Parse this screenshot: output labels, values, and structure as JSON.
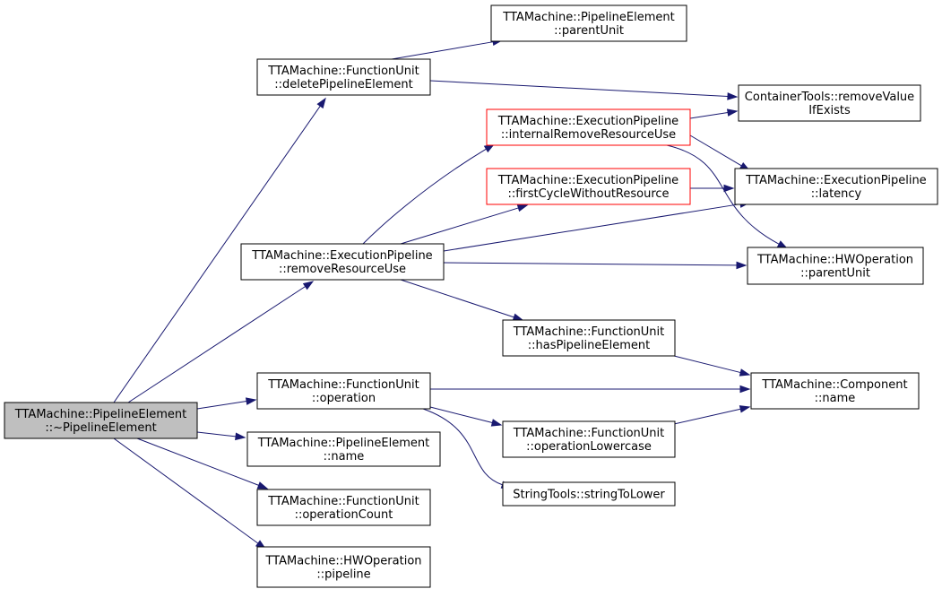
{
  "colors": {
    "edge": "#191970",
    "normal_border": "#000000",
    "red_border": "#ff0000",
    "root_fill": "#bfbfbf",
    "node_fill": "#ffffff",
    "text": "#000000"
  },
  "nodes": [
    {
      "id": "root",
      "lines": [
        "TTAMachine::PipelineElement",
        "::~PipelineElement"
      ],
      "style": "root"
    },
    {
      "id": "fu_deletePipelineElement",
      "lines": [
        "TTAMachine::FunctionUnit",
        "::deletePipelineElement"
      ],
      "style": "normal"
    },
    {
      "id": "pe_parentUnit",
      "lines": [
        "TTAMachine::PipelineElement",
        "::parentUnit"
      ],
      "style": "normal"
    },
    {
      "id": "ct_removeValueIfExists",
      "lines": [
        "ContainerTools::removeValue",
        "IfExists"
      ],
      "style": "normal"
    },
    {
      "id": "ep_internalRemoveResourceUse",
      "lines": [
        "TTAMachine::ExecutionPipeline",
        "::internalRemoveResourceUse"
      ],
      "style": "red"
    },
    {
      "id": "ep_firstCycleWithoutResource",
      "lines": [
        "TTAMachine::ExecutionPipeline",
        "::firstCycleWithoutResource"
      ],
      "style": "red"
    },
    {
      "id": "ep_latency",
      "lines": [
        "TTAMachine::ExecutionPipeline",
        "::latency"
      ],
      "style": "normal"
    },
    {
      "id": "ep_removeResourceUse",
      "lines": [
        "TTAMachine::ExecutionPipeline",
        "::removeResourceUse"
      ],
      "style": "normal"
    },
    {
      "id": "hwop_parentUnit",
      "lines": [
        "TTAMachine::HWOperation",
        "::parentUnit"
      ],
      "style": "normal"
    },
    {
      "id": "fu_hasPipelineElement",
      "lines": [
        "TTAMachine::FunctionUnit",
        "::hasPipelineElement"
      ],
      "style": "normal"
    },
    {
      "id": "fu_operation",
      "lines": [
        "TTAMachine::FunctionUnit",
        "::operation"
      ],
      "style": "normal"
    },
    {
      "id": "comp_name",
      "lines": [
        "TTAMachine::Component",
        "::name"
      ],
      "style": "normal"
    },
    {
      "id": "fu_operationLowercase",
      "lines": [
        "TTAMachine::FunctionUnit",
        "::operationLowercase"
      ],
      "style": "normal"
    },
    {
      "id": "pe_name",
      "lines": [
        "TTAMachine::PipelineElement",
        "::name"
      ],
      "style": "normal"
    },
    {
      "id": "st_stringToLower",
      "lines": [
        "StringTools::stringToLower"
      ],
      "style": "normal"
    },
    {
      "id": "fu_operationCount",
      "lines": [
        "TTAMachine::FunctionUnit",
        "::operationCount"
      ],
      "style": "normal"
    },
    {
      "id": "hwop_pipeline",
      "lines": [
        "TTAMachine::HWOperation",
        "::pipeline"
      ],
      "style": "normal"
    }
  ],
  "edges": [
    [
      "root",
      "fu_deletePipelineElement"
    ],
    [
      "root",
      "ep_removeResourceUse"
    ],
    [
      "root",
      "fu_operation"
    ],
    [
      "root",
      "pe_name"
    ],
    [
      "root",
      "fu_operationCount"
    ],
    [
      "root",
      "hwop_pipeline"
    ],
    [
      "fu_deletePipelineElement",
      "pe_parentUnit"
    ],
    [
      "fu_deletePipelineElement",
      "ct_removeValueIfExists"
    ],
    [
      "ep_removeResourceUse",
      "ep_internalRemoveResourceUse"
    ],
    [
      "ep_removeResourceUse",
      "ep_firstCycleWithoutResource"
    ],
    [
      "ep_removeResourceUse",
      "ep_latency"
    ],
    [
      "ep_removeResourceUse",
      "hwop_parentUnit"
    ],
    [
      "ep_removeResourceUse",
      "fu_hasPipelineElement"
    ],
    [
      "ep_internalRemoveResourceUse",
      "ct_removeValueIfExists"
    ],
    [
      "ep_internalRemoveResourceUse",
      "ep_latency"
    ],
    [
      "ep_internalRemoveResourceUse",
      "hwop_parentUnit"
    ],
    [
      "ep_firstCycleWithoutResource",
      "ep_latency"
    ],
    [
      "fu_hasPipelineElement",
      "comp_name"
    ],
    [
      "fu_operation",
      "comp_name"
    ],
    [
      "fu_operation",
      "fu_operationLowercase"
    ],
    [
      "fu_operation",
      "st_stringToLower"
    ],
    [
      "fu_operationLowercase",
      "comp_name"
    ]
  ]
}
